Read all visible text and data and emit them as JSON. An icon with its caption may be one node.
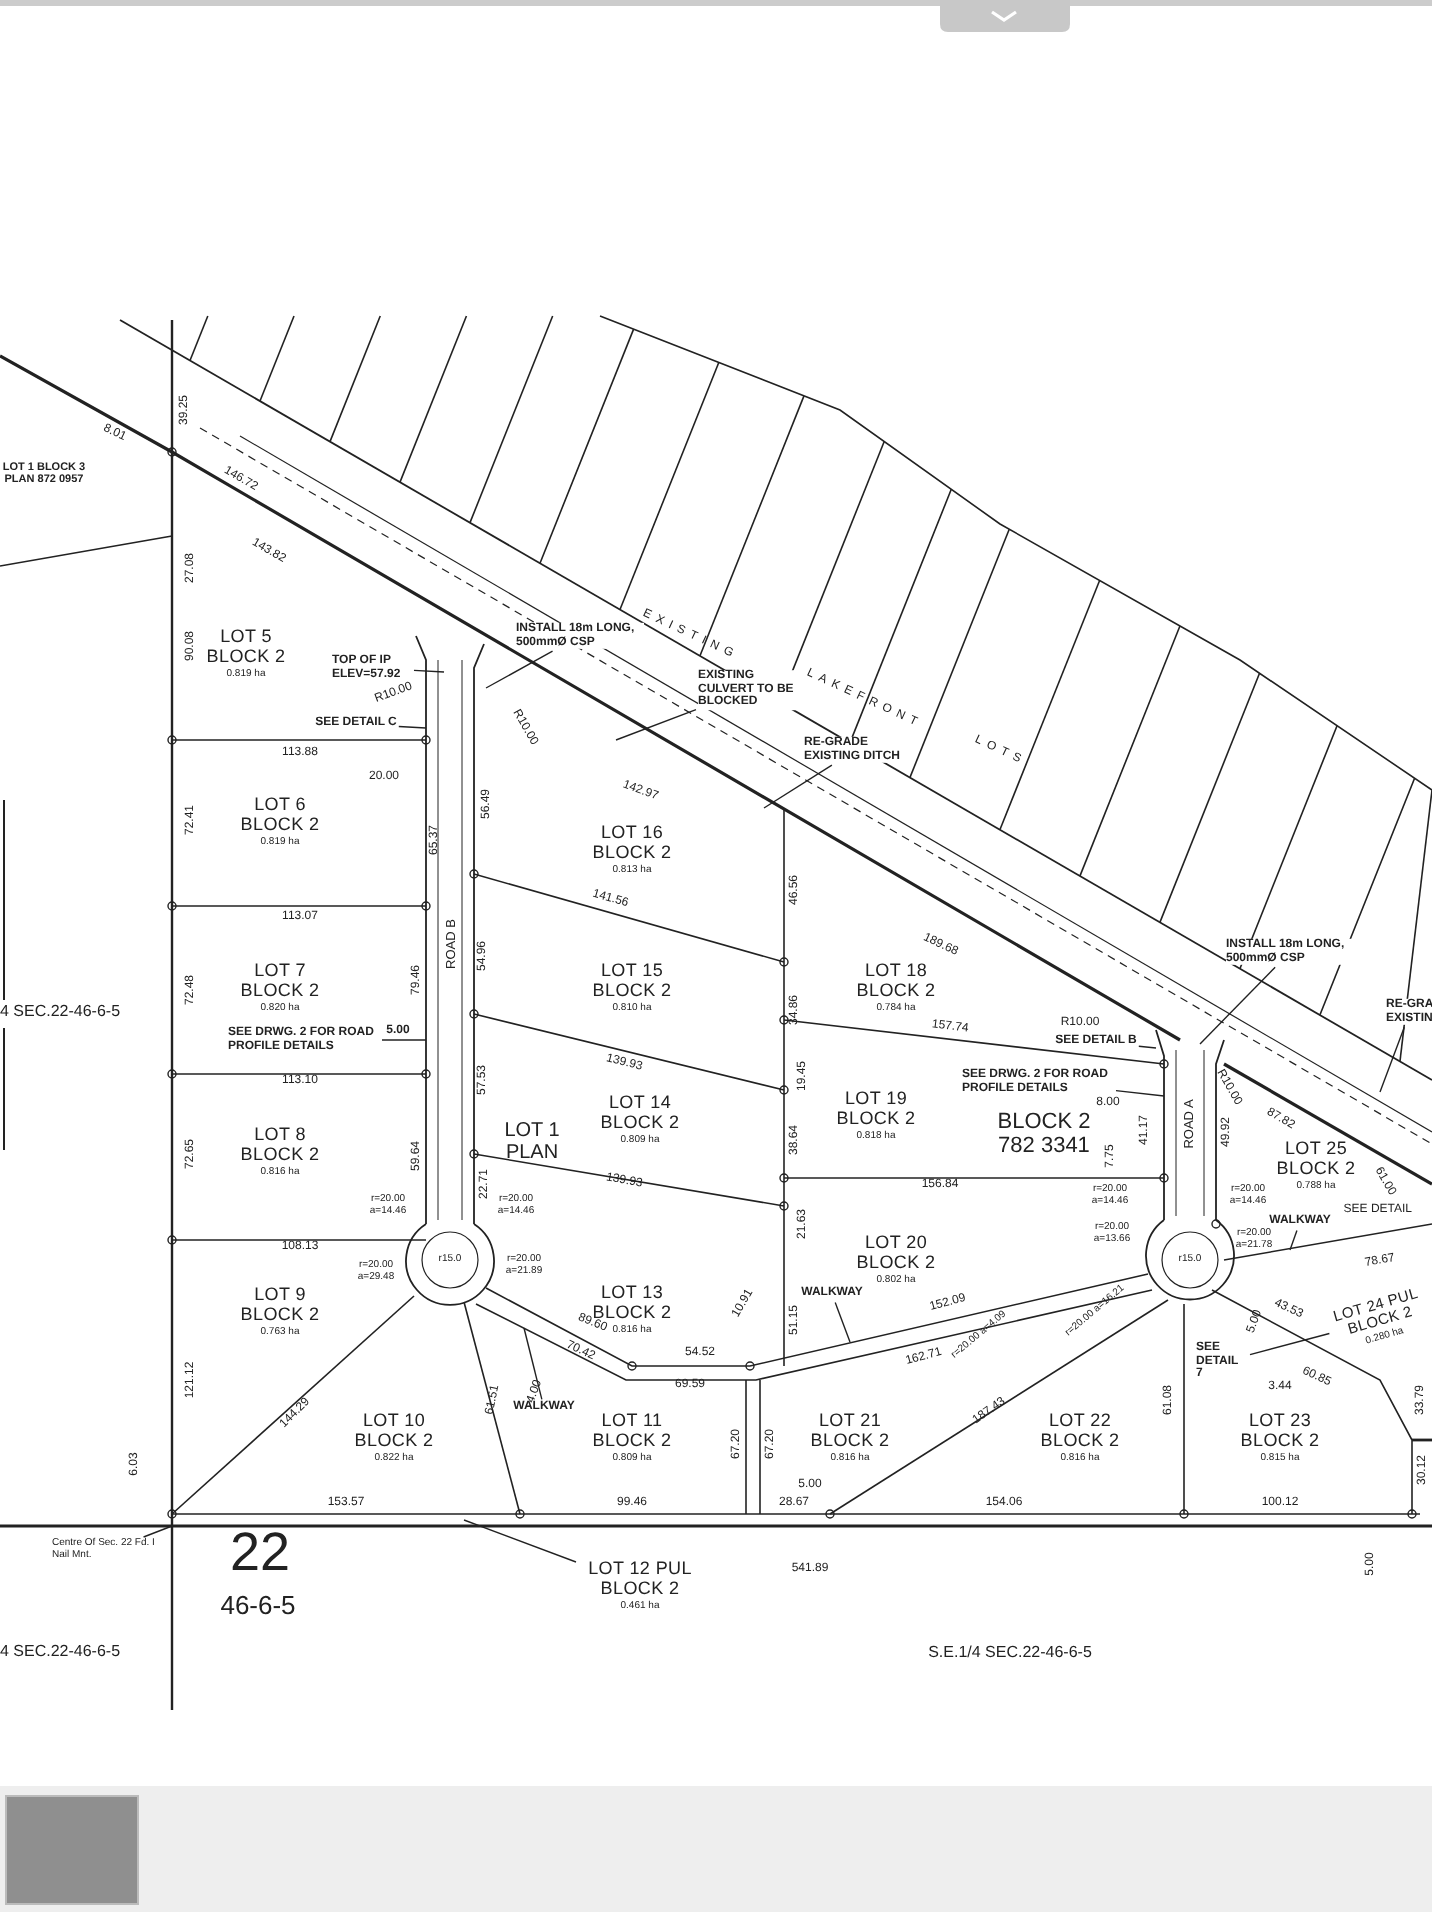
{
  "diagram": {
    "nodes": [
      {
        "text": [
          "LOT 5 BLOCK 2",
          "0.819 ha"
        ]
      },
      {
        "text": [
          "LOT 6 BLOCK 2",
          "0.819 ha"
        ]
      },
      {
        "text": [
          "LOT 16 BLOCK 2",
          "0.813 ha"
        ]
      },
      {
        "text": [
          "LOT 7 BLOCK 2",
          "0.820 ha"
        ]
      },
      {
        "text": [
          "LOT 15 BLOCK 2",
          "0.810 ha"
        ]
      },
      {
        "text": [
          "LOT 18 BLOCK 2",
          "0.784 ha"
        ]
      },
      {
        "text": [
          "LOT 14 BLOCK 2",
          "0.809 ha"
        ]
      },
      {
        "text": [
          "LOT 8 BLOCK 2",
          "0.816 ha"
        ]
      },
      {
        "text": [
          "LOT 19 BLOCK 2",
          "0.818 ha"
        ]
      },
      {
        "text": [
          "LOT 13 BLOCK 2",
          "0.816 ha"
        ]
      },
      {
        "text": [
          "LOT 20 BLOCK 2",
          "0.802 ha"
        ]
      },
      {
        "text": [
          "LOT 25 BLOCK 2",
          "0.788 ha"
        ]
      },
      {
        "text": [
          "LOT 9 BLOCK 2",
          "0.763 ha"
        ]
      },
      {
        "text": [
          "LOT 24 PUL BLOCK 2",
          "0.280 ha"
        ]
      },
      {
        "text": [
          "LOT 10 BLOCK 2",
          "0.822 ha"
        ]
      },
      {
        "text": [
          "LOT 11 BLOCK 2",
          "0.809 ha"
        ]
      },
      {
        "text": [
          "LOT 21 BLOCK 2",
          "0.816 ha"
        ]
      },
      {
        "text": [
          "LOT 22 BLOCK 2",
          "0.816 ha"
        ]
      },
      {
        "text": [
          "LOT 23 BLOCK 2",
          "0.815 ha"
        ]
      },
      {
        "text": [
          "LOT 12 PUL BLOCK 2",
          "0.461 ha"
        ]
      },
      {
        "text": [
          "TOP OF IP ELEV=57.92"
        ]
      },
      {
        "text": [
          "INSTALL 18m LONG, 500mmØ CSP"
        ]
      },
      {
        "text": [
          "EXISTING CULVERT TO BE BLOCKED"
        ]
      },
      {
        "text": [
          "RE-GRADE EXISTING DITCH"
        ]
      },
      {
        "text": [
          "SEE DETAIL C"
        ]
      },
      {
        "text": [
          "SEE DRWG. 2 FOR ROAD PROFILE DETAILS"
        ]
      },
      {
        "text": [
          "SEE DETAIL B"
        ]
      },
      {
        "text": [
          "SEE DRWG. 2 FOR ROAD PROFILE DETAILS"
        ]
      },
      {
        "text": [
          "INSTALL 18m LONG, 500mmØ CSP"
        ]
      },
      {
        "text": [
          "RE-GRA EXISTIN"
        ]
      },
      {
        "text": [
          "WALKWAY"
        ]
      },
      {
        "text": [
          "WALKWAY"
        ]
      },
      {
        "text": [
          "WALKWAY"
        ]
      },
      {
        "text": [
          "SEE DETAIL 7"
        ]
      },
      {
        "text": [
          "Centre Of Sec. 22 Fd. I Nail Mnt."
        ]
      }
    ],
    "edges": [
      {
        "from": 19,
        "to": null,
        "arrow": "none"
      },
      {
        "from": 20,
        "to": null,
        "arrow": "none"
      },
      {
        "from": 21,
        "to": null,
        "arrow": "none"
      },
      {
        "from": 22,
        "to": null,
        "arrow": "none"
      },
      {
        "from": 23,
        "to": null,
        "arrow": "none"
      },
      {
        "from": 24,
        "to": null,
        "arrow": "none"
      },
      {
        "from": 25,
        "to": null,
        "arrow": "none"
      },
      {
        "from": 26,
        "to": null,
        "arrow": "none"
      },
      {
        "from": 27,
        "to": null,
        "arrow": "none"
      },
      {
        "from": 28,
        "to": null,
        "arrow": "none"
      },
      {
        "from": 29,
        "to": null,
        "arrow": "none"
      },
      {
        "from": 30,
        "to": null,
        "arrow": "none"
      },
      {
        "from": 31,
        "to": null,
        "arrow": "none"
      },
      {
        "from": 32,
        "to": null,
        "arrow": "none"
      },
      {
        "from": 33,
        "to": 13,
        "arrow": "none"
      },
      {
        "from": 34,
        "to": null,
        "arrow": "none"
      }
    ],
    "labels": [
      "LOT 1 BLOCK 3 PLAN 872 0957",
      "8.01",
      "39.25",
      "146.72",
      "143.82",
      "27.08",
      "90.08",
      "R10.00",
      "R10.00",
      "142.97",
      "EXISTING",
      "LAKEFRONT",
      "LOTS",
      "113.88",
      "20.00",
      "65.37",
      "56.49",
      "72.41",
      "113.07",
      "141.56",
      "46.56",
      "189.68",
      "ROAD B",
      "79.46",
      "54.96",
      "72.48",
      "34.86",
      "5.00",
      "113.10",
      "139.93",
      "157.74",
      "57.53",
      "19.45",
      "LOT 1 PLAN",
      "BLOCK 2 782 3341",
      "8.00",
      "7.75",
      "41.17",
      "ROAD A",
      "49.92",
      "R10.00",
      "R10.00",
      "87.82",
      "61.00",
      "72.65",
      "59.64",
      "22.71",
      "38.64",
      "156.84",
      "139.93",
      "r=20.00 a=14.46",
      "r=20.00 a=14.46",
      "r15.0",
      "r=20.00 a=29.48",
      "r=20.00 a=21.89",
      "108.13",
      "21.63",
      "r=20.00 a=14.46",
      "r=20.00 a=14.46",
      "r=20.00 a=13.66",
      "r=20.00 a=21.78",
      "r15.0",
      "78.67",
      "89.60",
      "70.42",
      "54.52",
      "69.59",
      "61.51",
      "4.00",
      "10.91",
      "51.15",
      "152.09",
      "162.71",
      "r=20.00 a=4.09",
      "r=20.00 a=16.21",
      "43.53",
      "5.00",
      "60.85",
      "3.44",
      "121.12",
      "144.29",
      "6.03",
      "153.57",
      "99.46",
      "67.20",
      "67.20",
      "5.00",
      "28.67",
      "187.43",
      "154.06",
      "61.08",
      "100.12",
      "33.79",
      "30.12",
      "5.00",
      "541.89",
      "22",
      "46-6-5",
      "4 SEC.22-46-6-5",
      "4 SEC.22-46-6-5",
      "S.E.1/4 SEC.22-46-6-5",
      "SEE DETAIL"
    ]
  }
}
